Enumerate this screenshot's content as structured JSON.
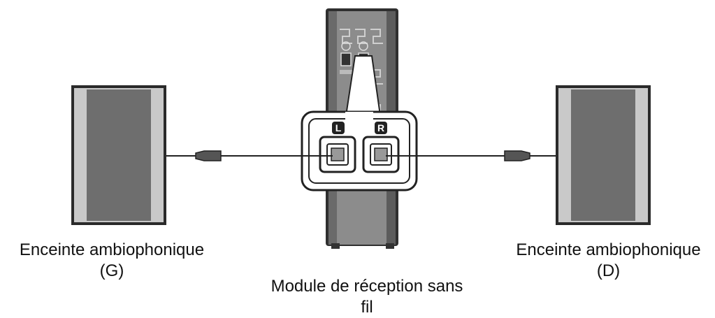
{
  "labels": {
    "left_speaker": {
      "line1": "Enceinte ambiophonique",
      "line2": "(G)"
    },
    "right_speaker": {
      "line1": "Enceinte ambiophonique",
      "line2": "(D)"
    },
    "receiver": {
      "line1": "Module de réception sans",
      "line2": "fil"
    }
  },
  "terminals": {
    "left": "L",
    "right": "R"
  },
  "colors": {
    "outline": "#222222",
    "speaker_dark": "#6e6e6e",
    "speaker_side": "#c8c8c8",
    "receiver_body": "#8a8a8a",
    "receiver_dark": "#555555"
  }
}
